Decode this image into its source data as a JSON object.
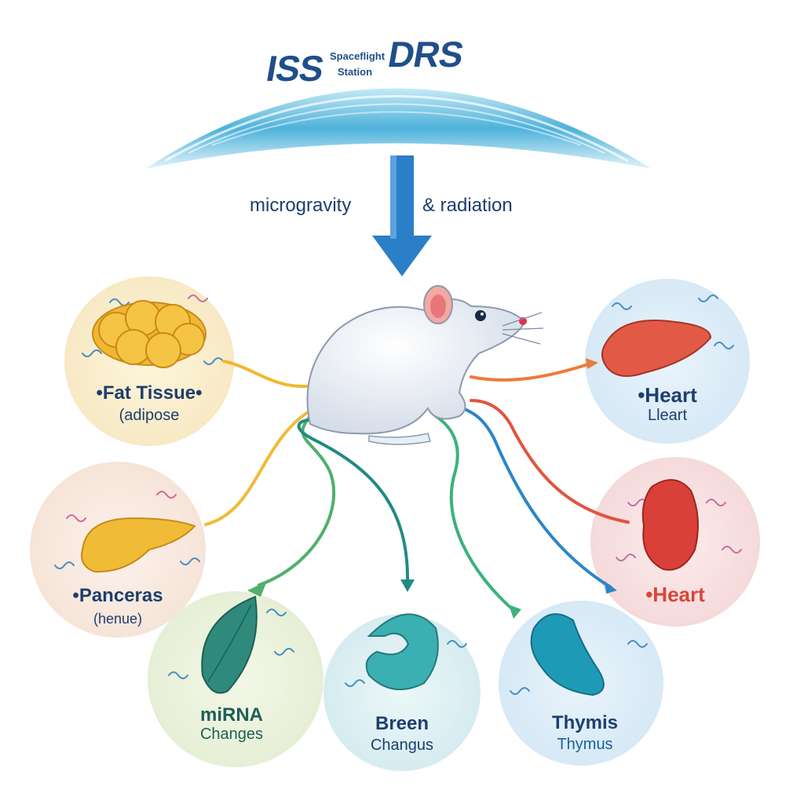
{
  "header": {
    "banner_left": "ISS",
    "banner_mid_1": "Spaceflight",
    "banner_mid_2": "Station",
    "banner_right": "DRS",
    "stressor_left": "microgravity",
    "stressor_right": "& radiation"
  },
  "organs": [
    {
      "id": "fat",
      "title": "•Fat Tissue•",
      "subtitle": "(adipose",
      "color": "#f2b731"
    },
    {
      "id": "pancreas",
      "title": "•Panceras",
      "subtitle": "(henue)",
      "color": "#f0bb36"
    },
    {
      "id": "mirna",
      "title": "miRNA",
      "subtitle": "Changes",
      "color": "#2f8a7c"
    },
    {
      "id": "breen",
      "title": "Breen",
      "subtitle": "Changus",
      "color": "#3bb0b3"
    },
    {
      "id": "thymis",
      "title": "Thymis",
      "subtitle": "Thymus",
      "color": "#1f9ab6"
    },
    {
      "id": "heart1",
      "title": "•Heart",
      "subtitle": "Lleart",
      "color": "#e25a45"
    },
    {
      "id": "heart2",
      "title": "•Heart",
      "subtitle": "",
      "color": "#d9403a"
    }
  ],
  "colors": {
    "arrow": "#2b7ec8",
    "title_text": "#1e3e6e",
    "red_text": "#d8453a"
  }
}
